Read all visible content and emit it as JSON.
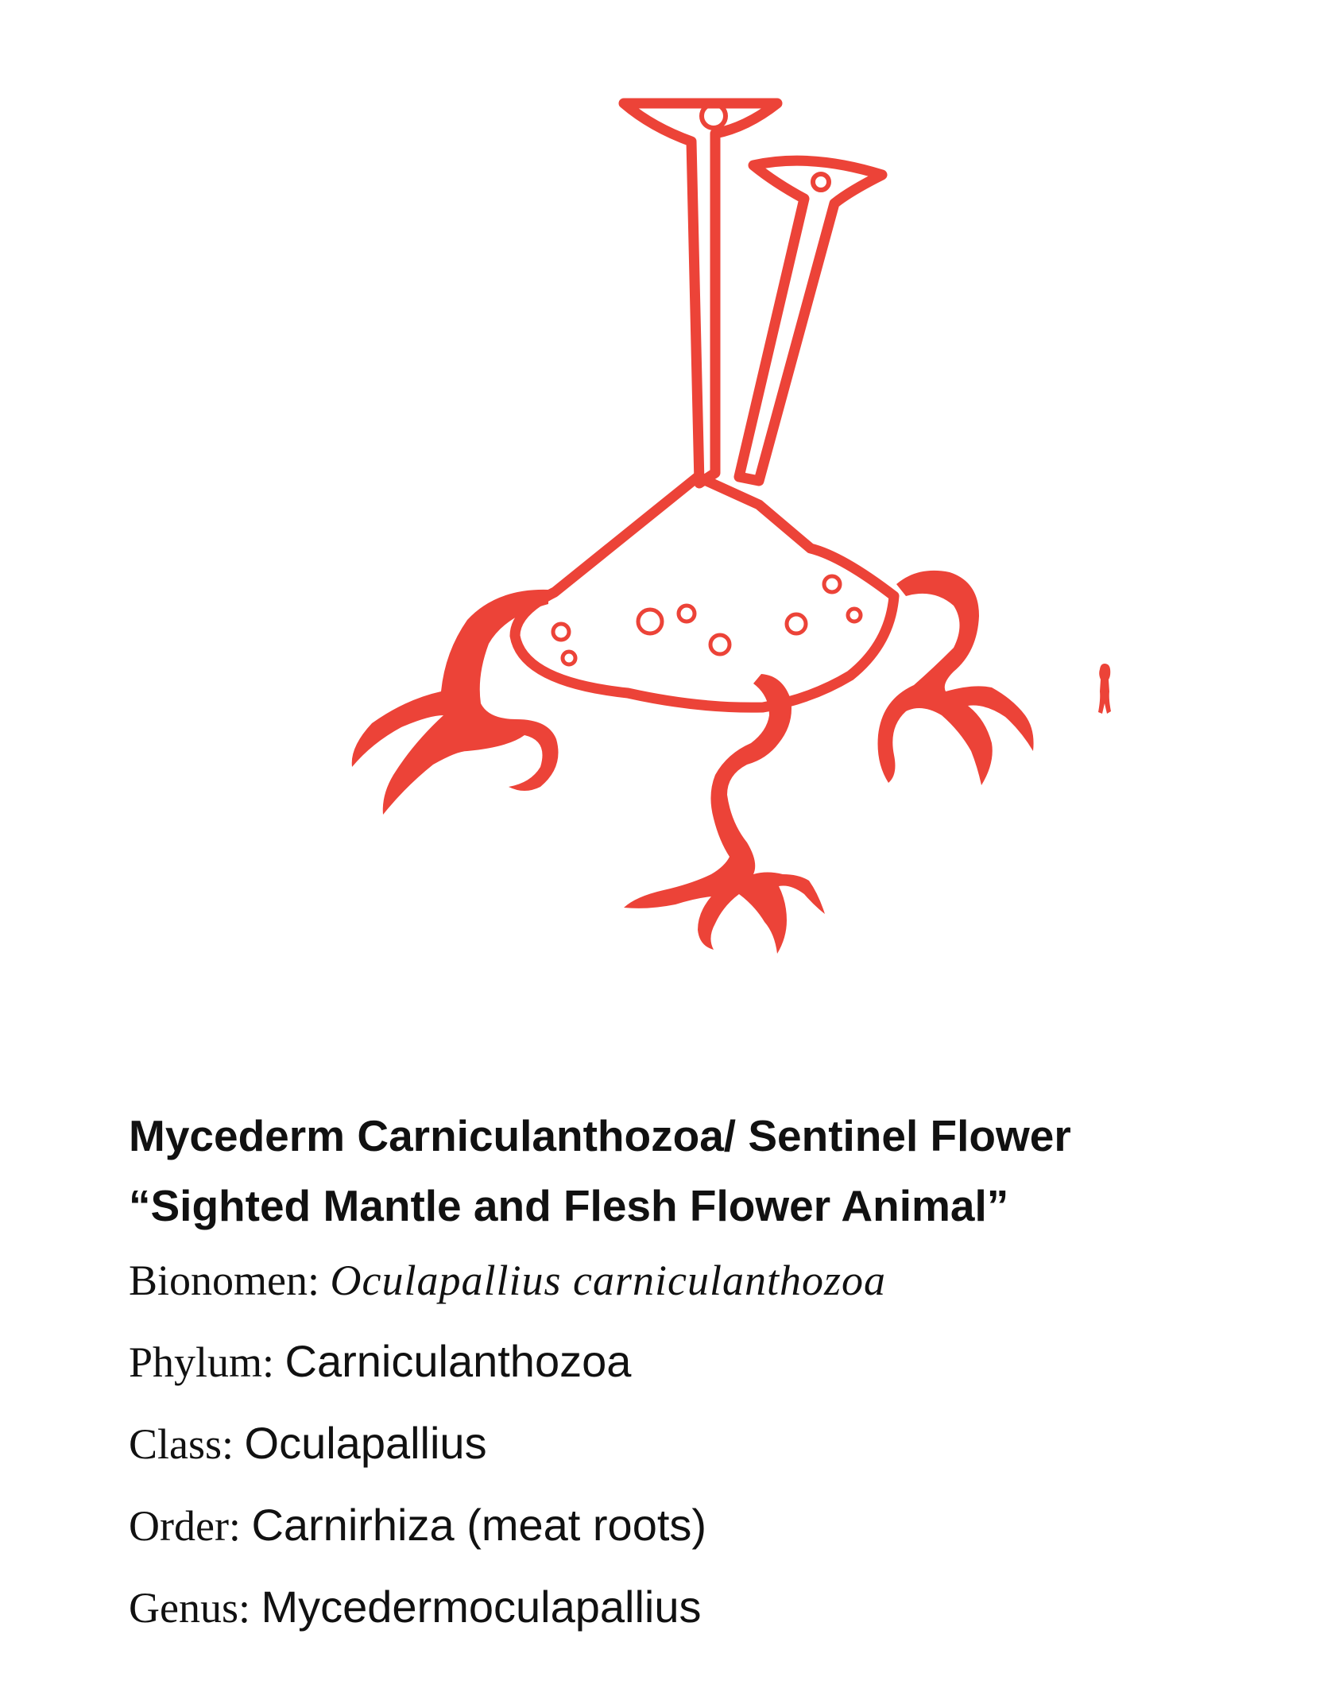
{
  "colors": {
    "ink": "#ec4338",
    "text": "#111111",
    "background": "#ffffff"
  },
  "illustration": {
    "subject": "sentinel-flower-creature"
  },
  "caption": {
    "title": "Mycederm Carniculanthozoa/ Sentinel Flower",
    "subtitle": "“Sighted Mantle and Flesh Flower Animal”",
    "fields": [
      {
        "label": "Bionomen:",
        "value": "Oculapallius carniculanthozoa",
        "italic": true
      },
      {
        "label": "Phylum:",
        "value": "Carniculanthozoa",
        "italic": false
      },
      {
        "label": "Class:",
        "value": "Oculapallius",
        "italic": false
      },
      {
        "label": "Order:",
        "value": "Carnirhiza (meat roots)",
        "italic": false
      },
      {
        "label": "Genus:",
        "value": "Mycedermoculapallius",
        "italic": false
      }
    ]
  }
}
